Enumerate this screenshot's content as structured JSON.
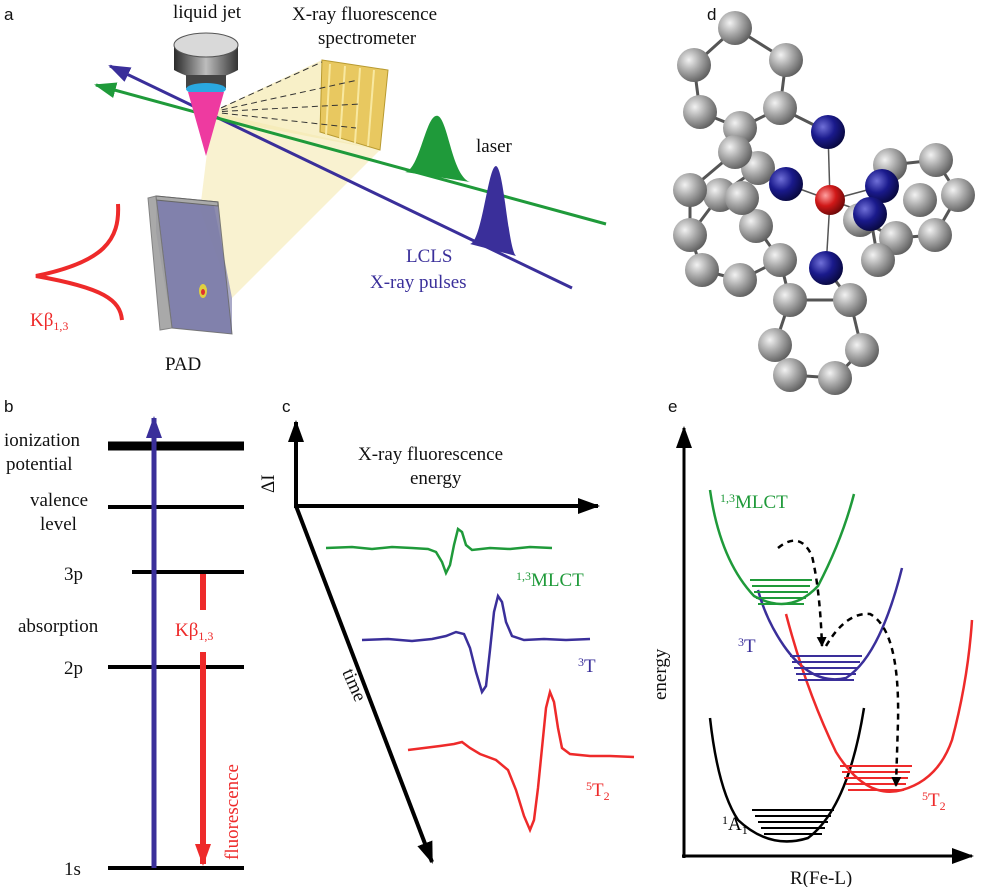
{
  "colors": {
    "green": "#1f9a3a",
    "blue": "#3a2f9a",
    "red": "#ee2a2a",
    "black": "#000000",
    "atom_gray": "#9a9a9a",
    "atom_blue": "#1a1a8c",
    "atom_red": "#d01818"
  },
  "panel_a": {
    "letter": "a",
    "liquid_jet": "liquid jet",
    "spectrometer_line1": "X-ray fluorescence",
    "spectrometer_line2": "spectrometer",
    "laser": "laser",
    "lcls_line1": "LCLS",
    "lcls_line2": "X-ray pulses",
    "kbeta": "Kβ",
    "kbeta_sub": "1,3",
    "pad": "PAD"
  },
  "panel_b": {
    "letter": "b",
    "ionization_line1": "ionization",
    "ionization_line2": "potential",
    "valence_line1": "valence",
    "valence_line2": "level",
    "level_3p": "3p",
    "absorption": "absorption",
    "level_2p": "2p",
    "level_1s": "1s",
    "kbeta": "Kβ",
    "kbeta_sub": "1,3",
    "fluorescence": "fluorescence"
  },
  "panel_c": {
    "letter": "c",
    "delta_i": "ΔI",
    "energy_line1": "X-ray fluorescence",
    "energy_line2": "energy",
    "time": "time",
    "mlct_sup": "1,3",
    "mlct": "MLCT",
    "t3_sup": "3",
    "t3": "T",
    "t52_sup": "5",
    "t52": "T",
    "t52_sub": "2"
  },
  "panel_d": {
    "letter": "d"
  },
  "panel_e": {
    "letter": "e",
    "ylabel": "energy",
    "xlabel": "R(Fe-L)",
    "mlct_sup": "1,3",
    "mlct": "MLCT",
    "t3_sup": "3",
    "t3": "T",
    "t52_sup": "5",
    "t52": "T",
    "t52_sub": "2",
    "a1_sup": "1",
    "a1": "A",
    "a1_sub": "1"
  }
}
